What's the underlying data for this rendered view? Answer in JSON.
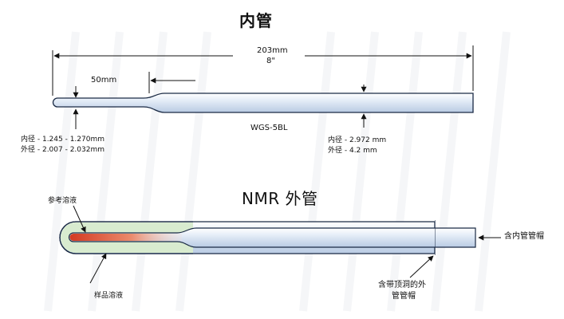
{
  "inner_tube": {
    "title": "内管",
    "total_length_mm": "203mm",
    "total_length_in": "8\"",
    "neck_length": "50mm",
    "model": "WGS-5BL",
    "narrow_inner_diameter": "内径  - 1.245 - 1.270mm",
    "narrow_outer_diameter": "外径  - 2.007 - 2.032mm",
    "wide_inner_diameter": "内径  - 2.972 mm",
    "wide_outer_diameter": "外径   - 4.2 mm"
  },
  "outer_tube": {
    "title": "NMR 外管",
    "reference_solution": "参考溶液",
    "sample_solution": "样品溶液",
    "inner_cap_label": "含内管管帽",
    "outer_cap_label_line1": "含带顶洞的外",
    "outer_cap_label_line2": "管管帽"
  },
  "colors": {
    "tube_fill": "#dce7f5",
    "tube_stroke": "#1a2a44",
    "sample_green": "#d8ebcf",
    "reference_red": "#d9452c"
  }
}
